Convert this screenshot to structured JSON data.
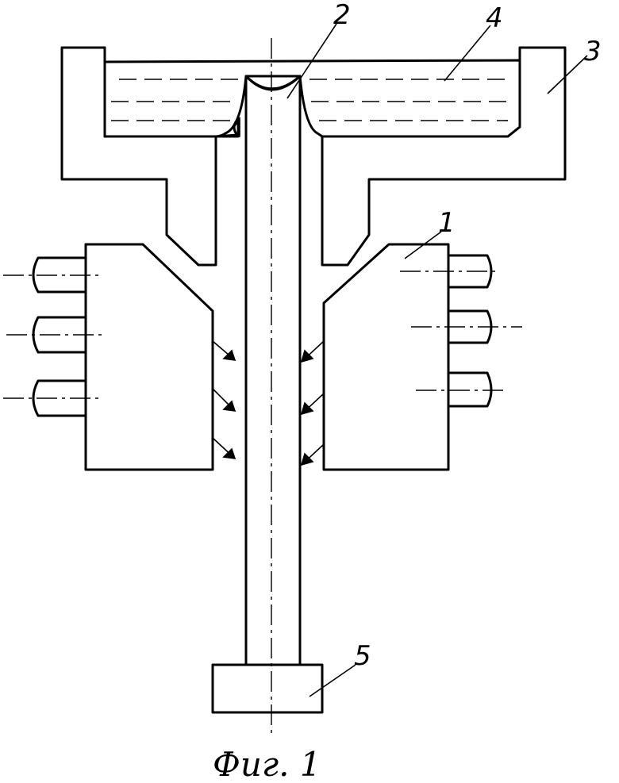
{
  "figure": {
    "labels": {
      "inductor": "1",
      "rod": "2",
      "crucible": "3",
      "melt": "4",
      "holder": "5"
    },
    "caption": "Фиг. 1"
  }
}
